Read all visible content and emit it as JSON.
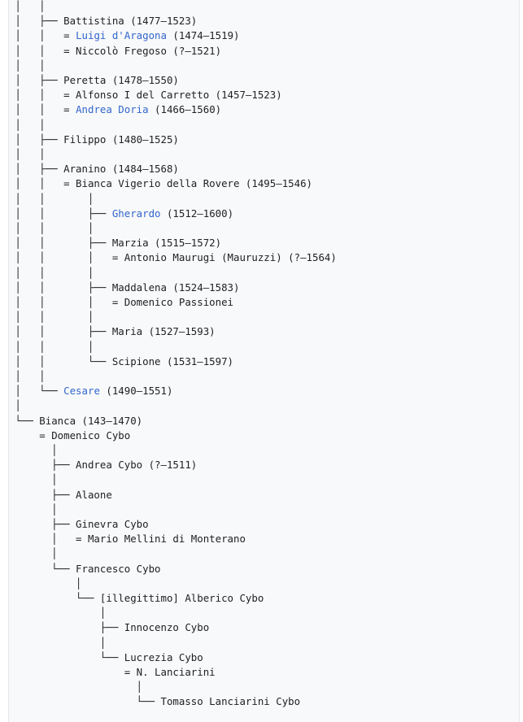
{
  "lines": [
    " │   │",
    " │   ├── Battistina (1477–1523)",
    " │   │   = |Luigi d'Aragona| (1474–1519)",
    " │   │   = Niccolò Fregoso (?–1521)",
    " │   │",
    " │   ├── Peretta (1478–1550)",
    " │   │   = Alfonso I del Carretto (1457–1523)",
    " │   │   = |Andrea Doria| (1466–1560)",
    " │   │",
    " │   ├── Filippo (1480–1525)",
    " │   │",
    " │   ├── Aranino (1484–1568)",
    " │   │   = Bianca Vigerio della Rovere (1495–1546)",
    " │   │       │",
    " │   │       ├── |Gherardo| (1512–1600)",
    " │   │       │",
    " │   │       ├── Marzia (1515–1572)",
    " │   │       │   = Antonio Maurugi (Mauruzzi) (?–1564)",
    " │   │       │",
    " │   │       ├── Maddalena (1524–1583)",
    " │   │       │   = Domenico Passionei",
    " │   │       │",
    " │   │       ├── Maria (1527–1593)",
    " │   │       │",
    " │   │       └── Scipione (1531–1597)",
    " │   │",
    " │   └── |Cesare| (1490–1551)",
    " │",
    " └── Bianca (143–1470)",
    "     = Domenico Cybo",
    "       │",
    "       ├── Andrea Cybo (?–1511)",
    "       │",
    "       ├── Alaone",
    "       │",
    "       ├── Ginevra Cybo",
    "       │   = Mario Mellini di Monterano",
    "       │",
    "       └── Francesco Cybo",
    "           │",
    "           └── [illegittimo] Alberico Cybo",
    "               │",
    "               ├── Innocenzo Cybo",
    "               │",
    "               └── Lucrezia Cybo",
    "                   = N. Lanciarini",
    "                     │",
    "                     └── Tomasso Lanciarini Cybo"
  ]
}
